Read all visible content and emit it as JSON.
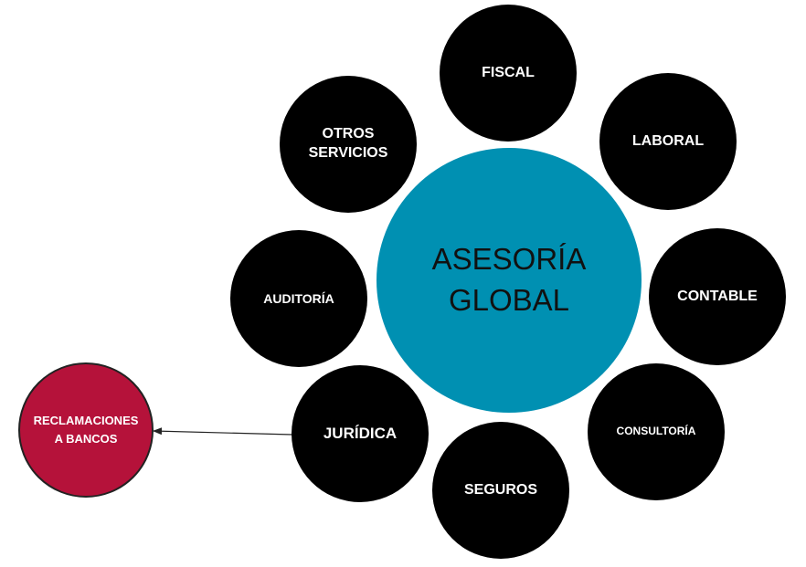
{
  "colors": {
    "satellite": "#000000",
    "center": "#0090b2",
    "highlight": "#b5123a",
    "connector": "#222222"
  },
  "center": {
    "label": "ASESORÍA\nGLOBAL"
  },
  "services": {
    "fiscal": "FISCAL",
    "laboral": "LABORAL",
    "contable": "CONTABLE",
    "consultoria": "CONSULTORÍA",
    "seguros": "SEGUROS",
    "juridica": "JURÍDICA",
    "auditoria": "AUDITORÍA",
    "otros_servicios": "OTROS\nSERVICIOS"
  },
  "highlight": {
    "label": "RECLAMACIONES\nA BANCOS"
  }
}
